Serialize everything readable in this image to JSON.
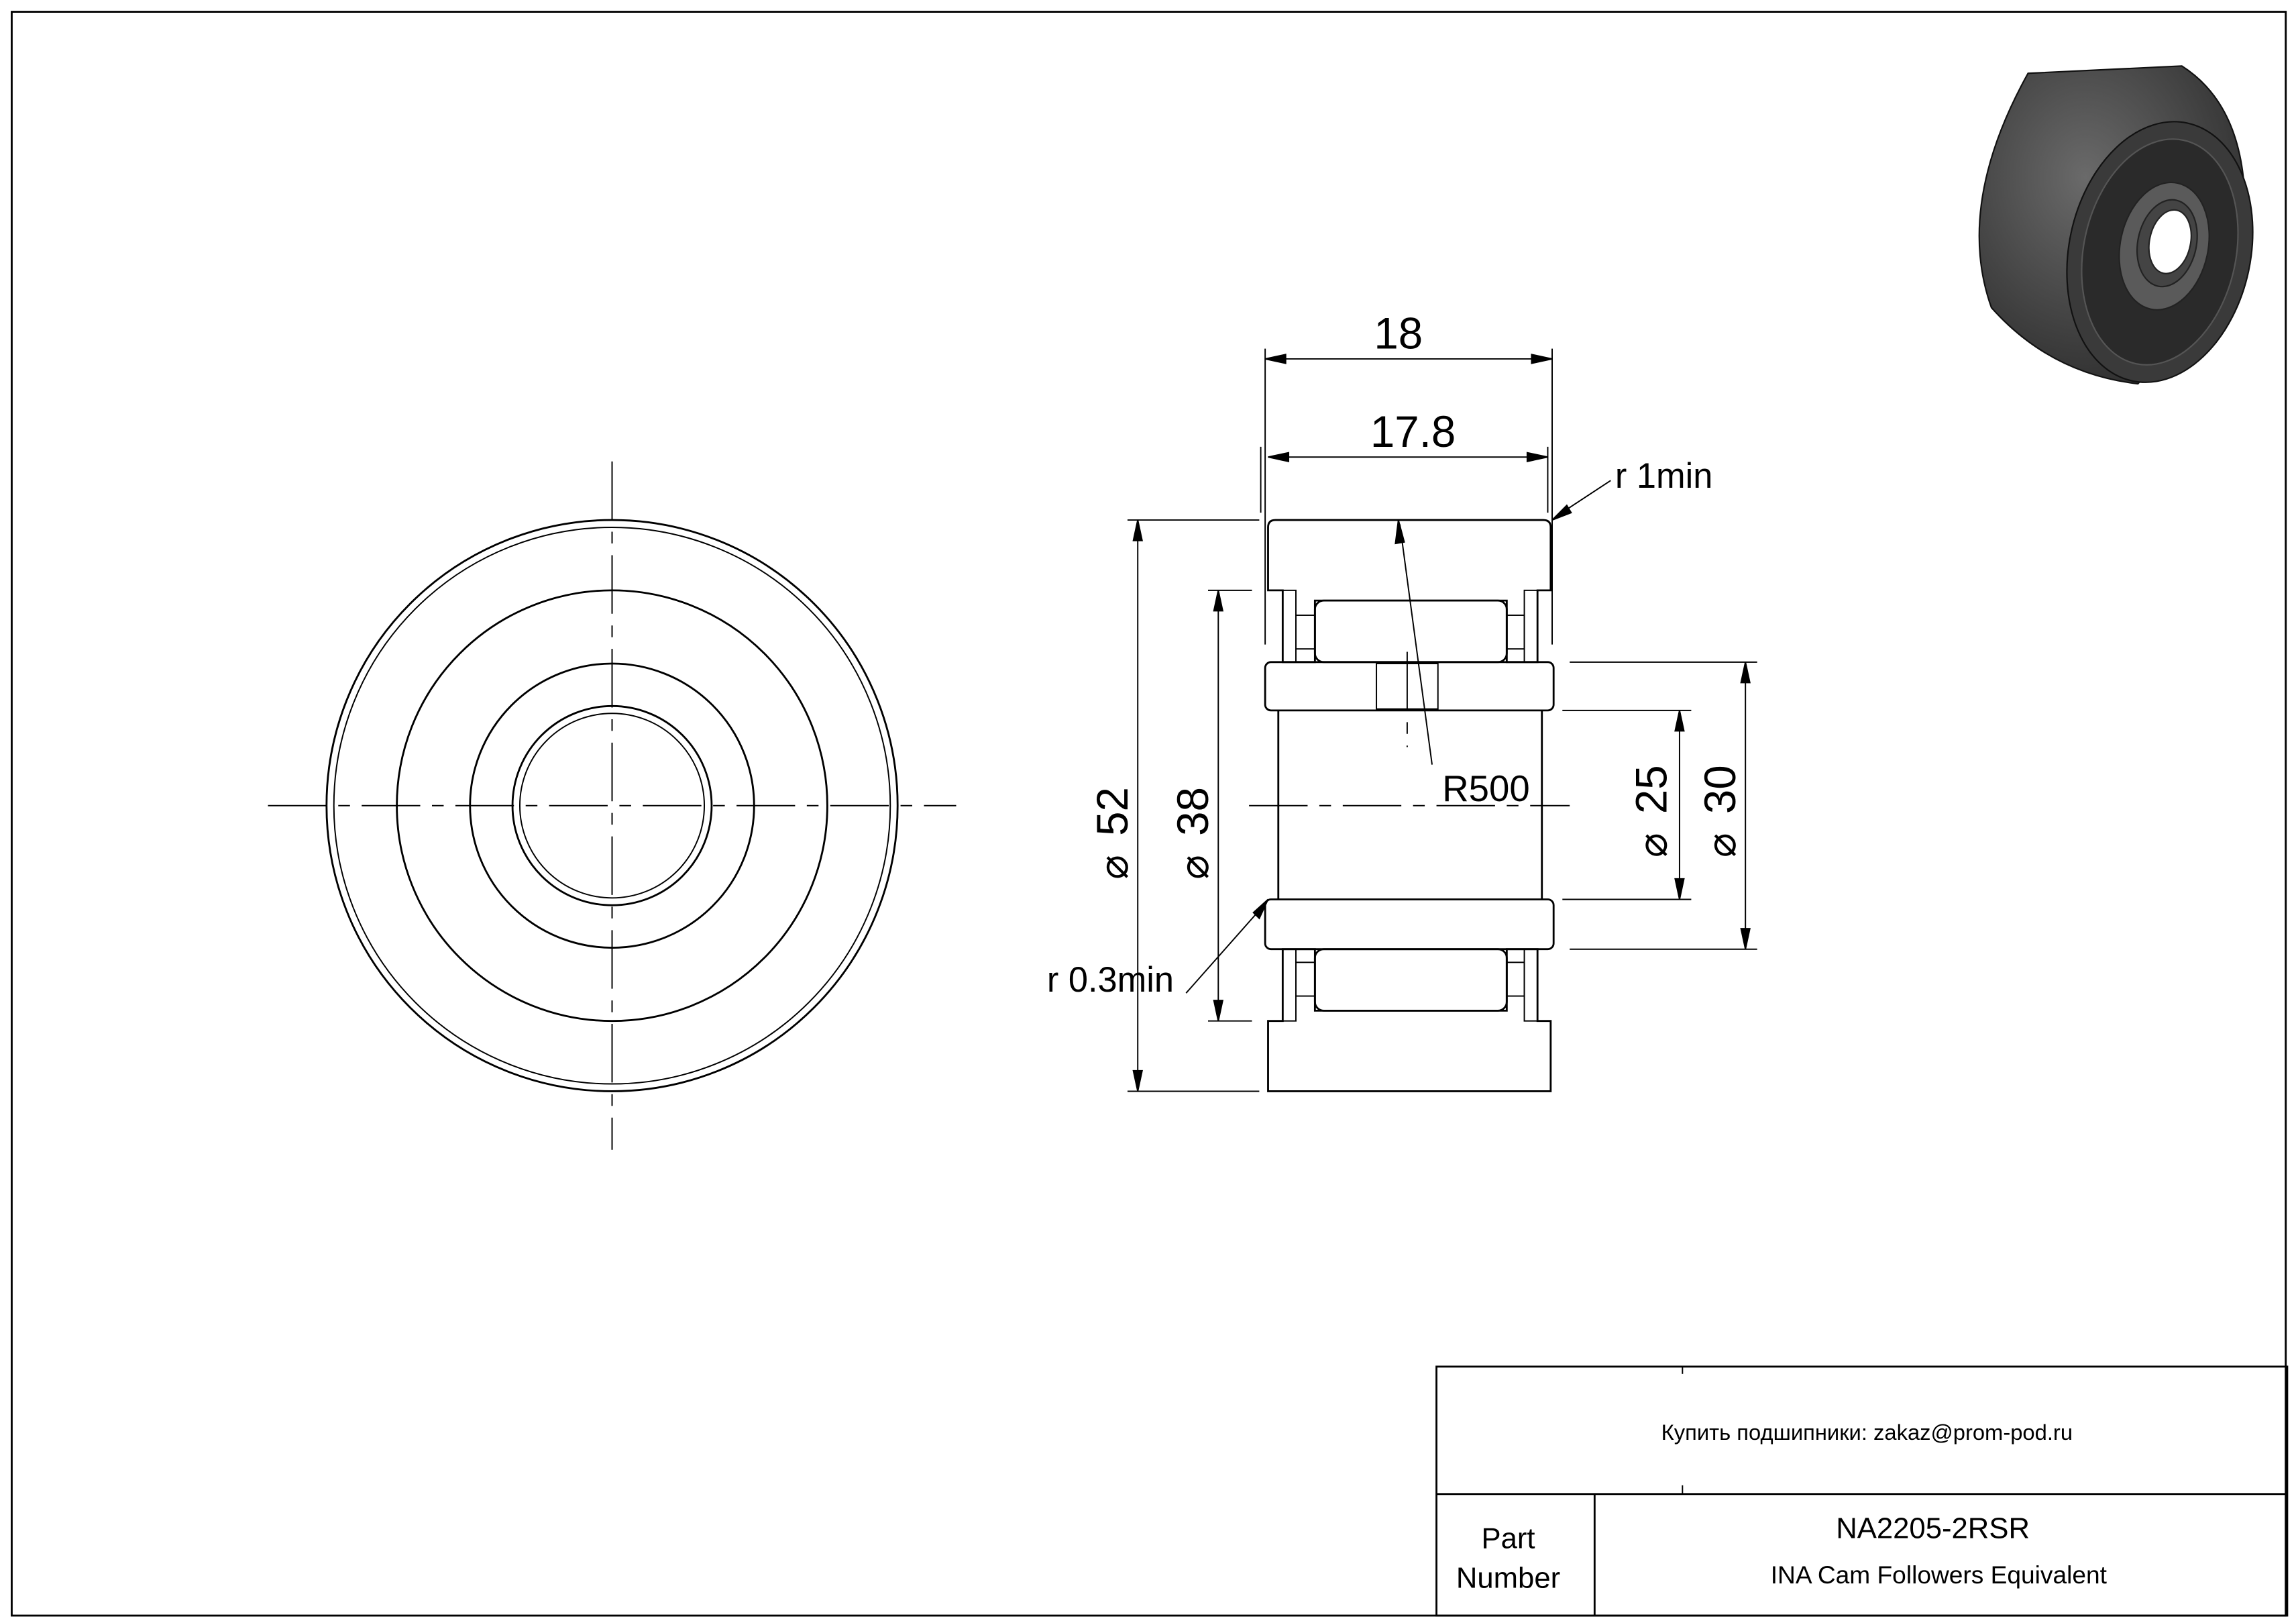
{
  "dimensions": {
    "width_total": "18",
    "width_outer": "17.8",
    "outer_diameter": "52",
    "roller_diameter": "38",
    "bore_diameter": "25",
    "inner_ring_diameter": "30",
    "crown_radius": "R500",
    "outer_chamfer": "r 1min",
    "inner_chamfer": "r 0.3min",
    "diameter_symbol": "⌀"
  },
  "title_block": {
    "contact": "Купить подшипники: zakaz@prom-pod.ru",
    "part_label_line1": "Part",
    "part_label_line2": "Number",
    "part_number": "NA2205-2RSR",
    "description": "INA Cam Followers Equivalent"
  },
  "colors": {
    "line": "#000000",
    "model_dark": "#3a3a3a",
    "model_mid": "#555555"
  }
}
